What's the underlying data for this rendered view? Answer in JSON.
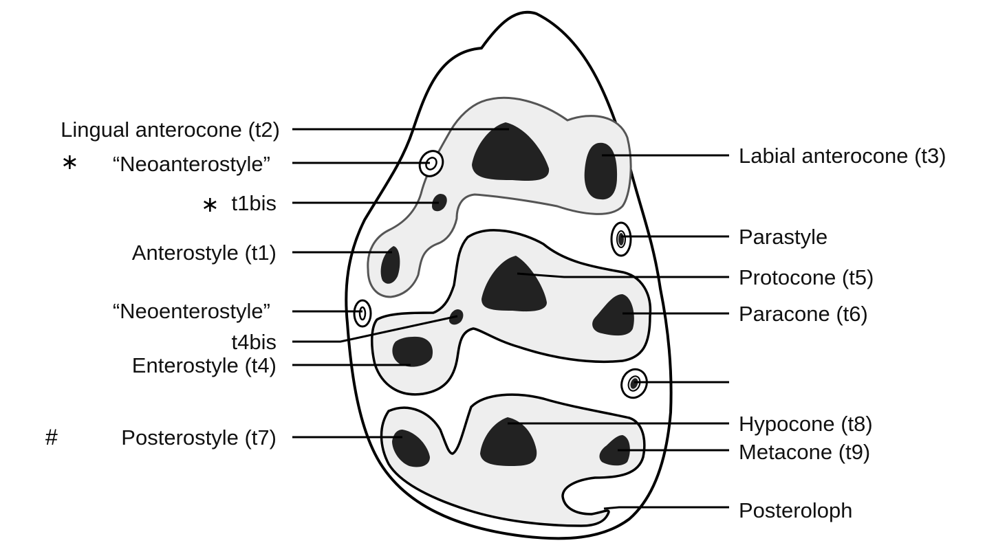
{
  "figure": {
    "left_labels": {
      "lingual_anterocone": "Lingual anterocone (t2)",
      "neoanterostyle": "“Neoanterostyle”",
      "t1bis": "t1bis",
      "anterostyle": "Anterostyle (t1)",
      "neoenterostyle": "“Neoenterostyle”",
      "t4bis": "t4bis",
      "enterostyle": "Enterostyle (t4)",
      "posterostyle": "Posterostyle (t7)"
    },
    "right_labels": {
      "labial_anterocone": "Labial anterocone (t3)",
      "parastyle": "Parastyle",
      "protocone": "Protocone (t5)",
      "paracone": "Paracone (t6)",
      "unlabeled": "",
      "hypocone": "Hypocone (t8)",
      "metacone": "Metacone (t9)",
      "posteroloph": "Posteroloph"
    },
    "markers": {
      "asterisk_1": "∗",
      "asterisk_2": "∗",
      "hash": "#"
    },
    "colors": {
      "outline": "#000000",
      "loph_fill": "#eeeeee",
      "cusp_fill": "#222222",
      "background": "#ffffff"
    }
  }
}
